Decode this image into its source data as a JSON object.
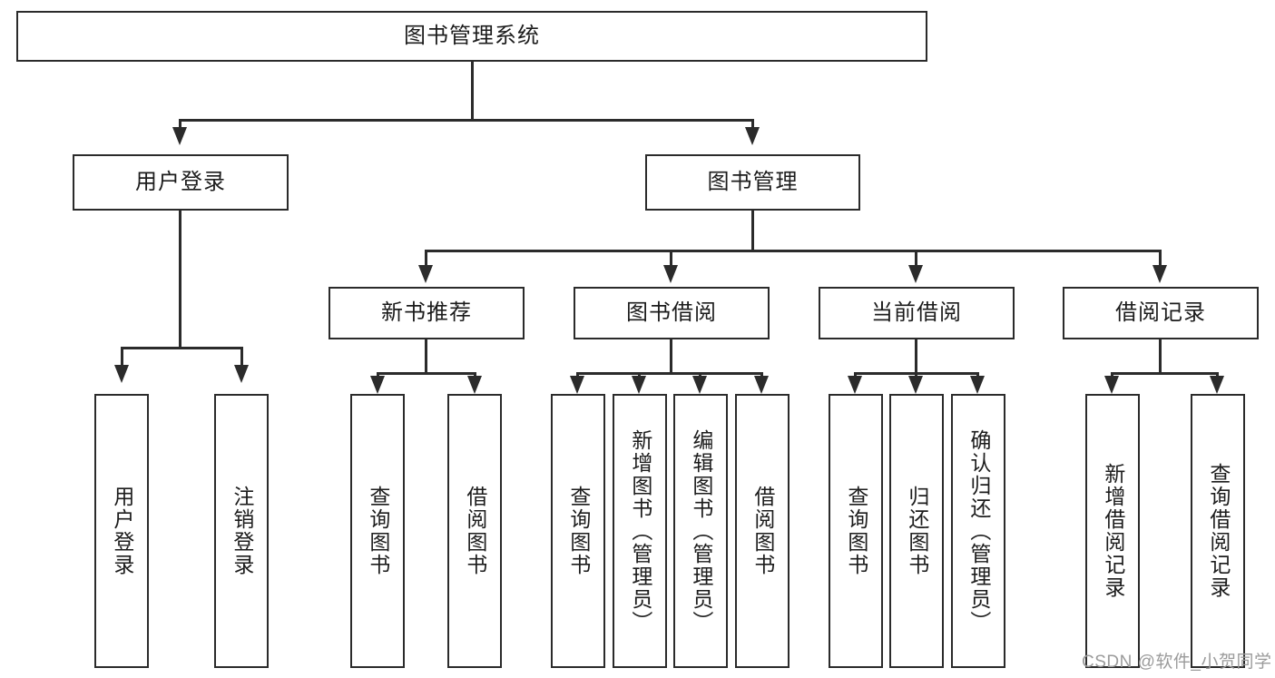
{
  "diagram": {
    "title": "图书管理系统",
    "type": "tree-hierarchy-diagram",
    "root": {
      "label": "图书管理系统"
    },
    "level2": [
      {
        "label": "用户登录"
      },
      {
        "label": "图书管理"
      }
    ],
    "level3": [
      {
        "label": "新书推荐"
      },
      {
        "label": "图书借阅"
      },
      {
        "label": "当前借阅"
      },
      {
        "label": "借阅记录"
      }
    ],
    "leaves": {
      "user_login": [
        {
          "label": "用户登录"
        },
        {
          "label": "注销登录"
        }
      ],
      "new_book_recommend": [
        {
          "label": "查询图书"
        },
        {
          "label": "借阅图书"
        }
      ],
      "book_borrow": [
        {
          "label": "查询图书"
        },
        {
          "label": "新增图书（管理员）"
        },
        {
          "label": "编辑图书（管理员）"
        },
        {
          "label": "借阅图书"
        }
      ],
      "current_borrow": [
        {
          "label": "查询图书"
        },
        {
          "label": "归还图书"
        },
        {
          "label": "确认归还（管理员）"
        }
      ],
      "borrow_record": [
        {
          "label": "新增借阅记录"
        },
        {
          "label": "查询借阅记录"
        }
      ]
    }
  },
  "watermark": {
    "text": "CSDN @软件_小贺同学"
  },
  "colors": {
    "stroke": "#2b2b2b",
    "background": "#ffffff",
    "text": "#1c1c1c",
    "watermark": "#9b9b9b"
  }
}
